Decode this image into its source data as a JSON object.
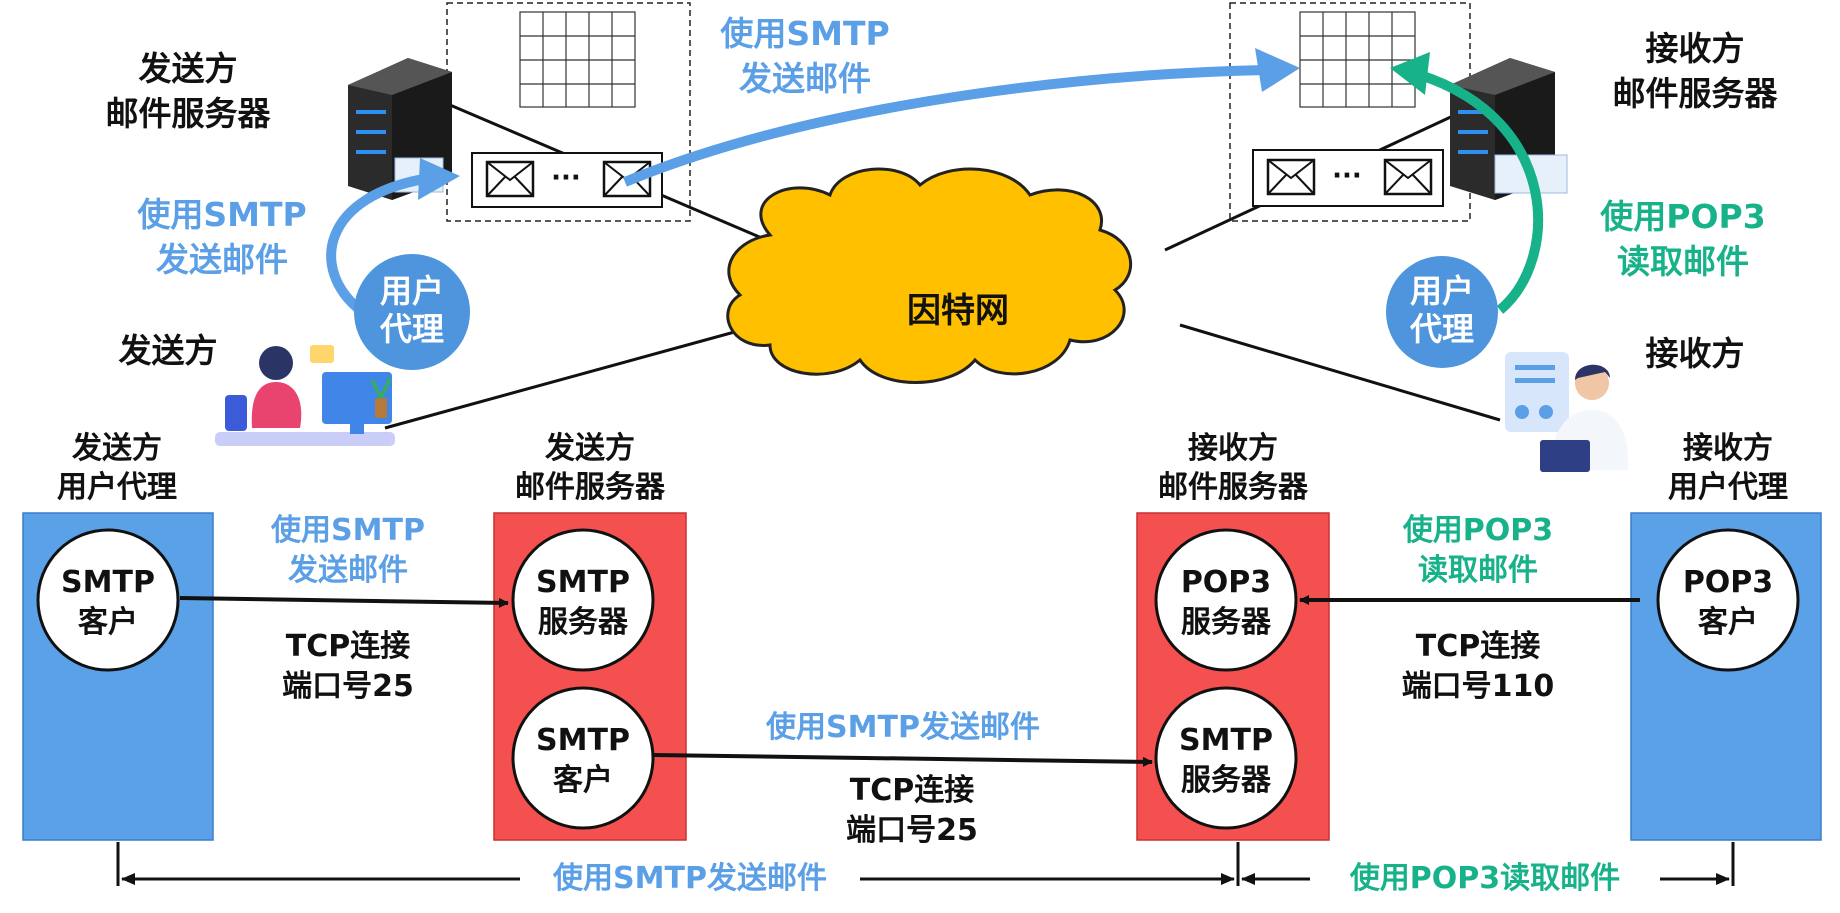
{
  "top": {
    "sender_server_label": [
      "发送方",
      "邮件服务器"
    ],
    "receiver_server_label": [
      "接收方",
      "邮件服务器"
    ],
    "sender_label": "发送方",
    "receiver_label": "接收方",
    "internet_label": "因特网",
    "smtp_send_top": [
      "使用SMTP",
      "发送邮件"
    ],
    "smtp_send_left": [
      "使用SMTP",
      "发送邮件"
    ],
    "pop3_read_right": [
      "使用POP3",
      "读取邮件"
    ],
    "user_agent_left": [
      "用户",
      "代理"
    ],
    "user_agent_right": [
      "用户",
      "代理"
    ],
    "ellipsis": "···"
  },
  "bottom": {
    "sender_ua_title": [
      "发送方",
      "用户代理"
    ],
    "sender_server_title": [
      "发送方",
      "邮件服务器"
    ],
    "receiver_server_title": [
      "接收方",
      "邮件服务器"
    ],
    "receiver_ua_title": [
      "接收方",
      "用户代理"
    ],
    "smtp_client_1": [
      "SMTP",
      "客户"
    ],
    "smtp_server_1": [
      "SMTP",
      "服务器"
    ],
    "smtp_client_2": [
      "SMTP",
      "客户"
    ],
    "pop3_server": [
      "POP3",
      "服务器"
    ],
    "smtp_server_2": [
      "SMTP",
      "服务器"
    ],
    "pop3_client": [
      "POP3",
      "客户"
    ],
    "link1_top": [
      "使用SMTP",
      "发送邮件"
    ],
    "link1_bottom": [
      "TCP连接",
      "端口号25"
    ],
    "link2_top": "使用SMTP发送邮件",
    "link2_bottom": [
      "TCP连接",
      "端口号25"
    ],
    "link3_top": [
      "使用POP3",
      "读取邮件"
    ],
    "link3_bottom": [
      "TCP连接",
      "端口号110"
    ],
    "span_left": "使用SMTP发送邮件",
    "span_right": "使用POP3读取邮件"
  },
  "colors": {
    "blue_text": "#5b9fe6",
    "green_text": "#17b28a",
    "blue_box": "#5aa1e8",
    "red_box": "#f55050",
    "cloud": "#ffc000",
    "agent_circle": "#4e95de"
  }
}
